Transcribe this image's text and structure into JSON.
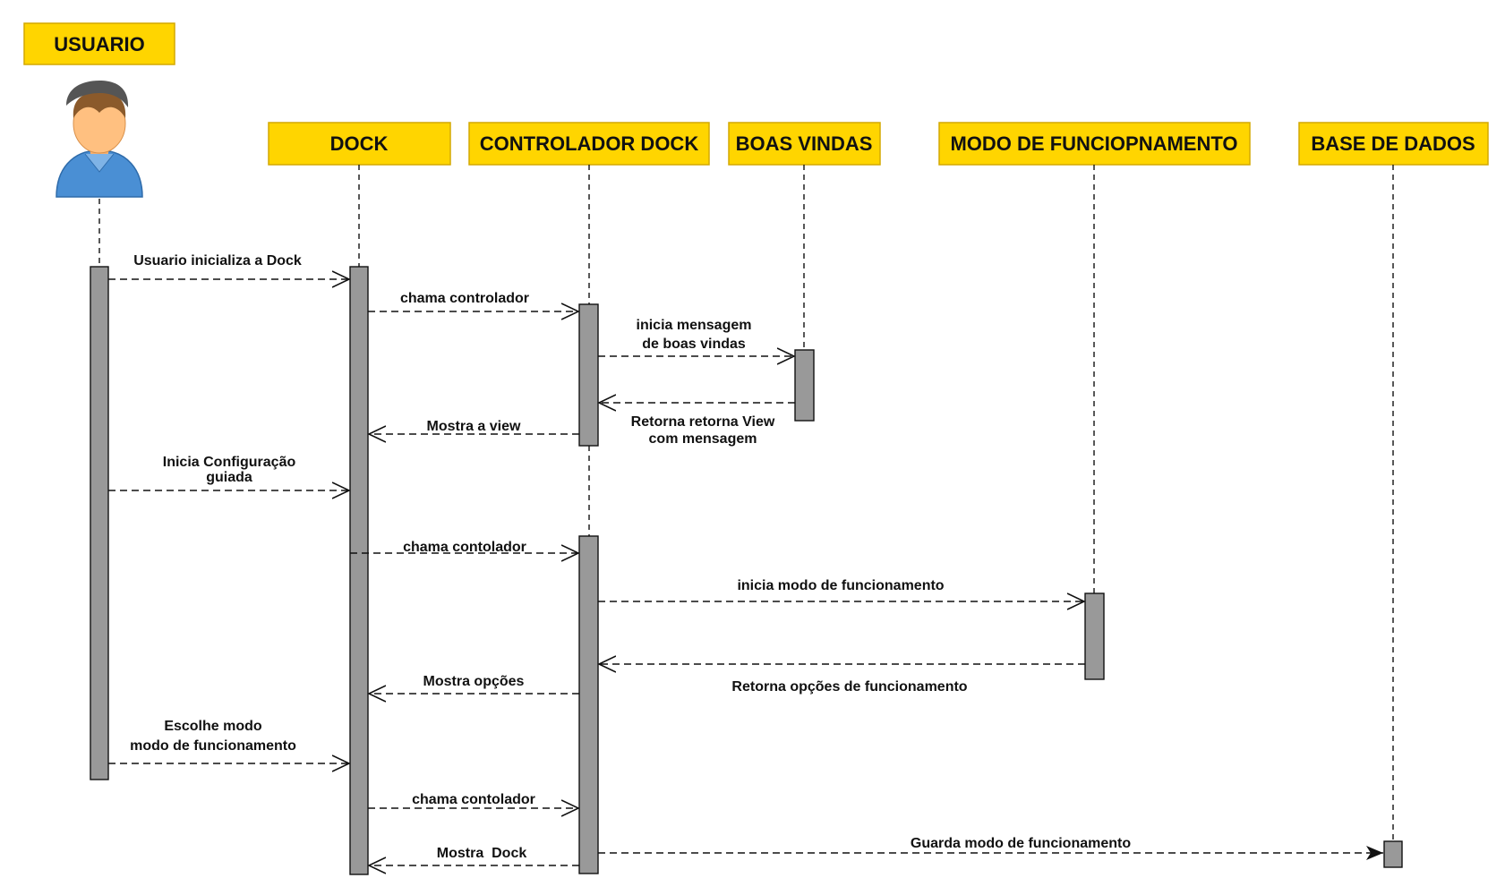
{
  "participants": {
    "usuario": "USUARIO",
    "dock": "DOCK",
    "controlador": "CONTROLADOR DOCK",
    "boas_vindas": "BOAS VINDAS",
    "modo": "MODO DE FUNCIOPNAMENTO",
    "base": "BASE DE DADOS"
  },
  "messages": {
    "m1": "Usuario inicializa a Dock",
    "m2": "chama controlador",
    "m3_l1": "inicia mensagem",
    "m3_l2": "de boas vindas",
    "m4_l1": "Retorna retorna View",
    "m4_l2": "com mensagem",
    "m5": "Mostra a view",
    "m6_l1": "Inicia Configuração",
    "m6_l2": "guiada",
    "m7": "chama contolador",
    "m8": "inicia modo de funcionamento",
    "m9": "Retorna opções de funcionamento",
    "m10": "Mostra opções",
    "m11_l1": "Escolhe modo",
    "m11_l2": "modo de funcionamento",
    "m12": "chama contolador",
    "m13": "Guarda modo de funcionamento",
    "m14": "Mostra  Dock"
  },
  "colors": {
    "header_fill": "#FFD500",
    "header_border": "#D4A800",
    "activation_fill": "#999999",
    "line": "#111111",
    "actor_hood": "#4A8FD4",
    "actor_skin": "#FFC080",
    "actor_hair": "#8B5A2B",
    "actor_cap": "#555555"
  }
}
